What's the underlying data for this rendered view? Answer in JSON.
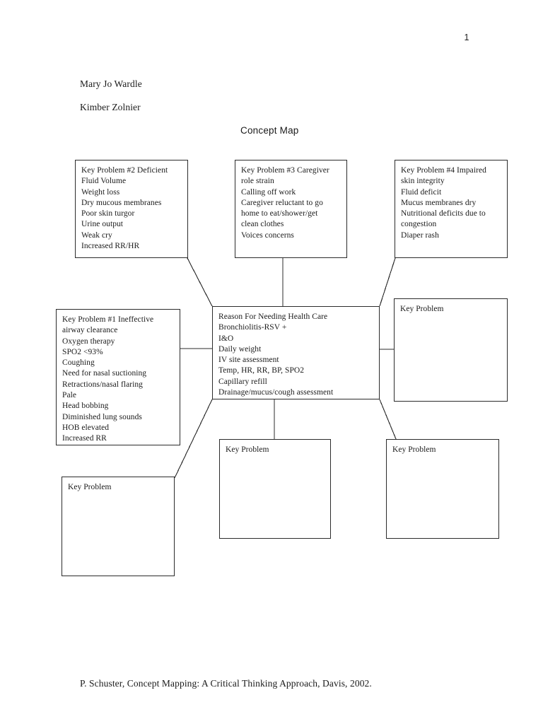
{
  "document": {
    "page_number": "1",
    "authors": [
      "Mary Jo Wardle",
      "Kimber Zolnier"
    ],
    "title": "Concept Map",
    "citation": "P. Schuster, Concept Mapping: A Critical Thinking Approach, Davis, 2002."
  },
  "colors": {
    "box_border": "#2b2b2b",
    "connector": "#2b2b2b",
    "text": "#1a1a1a",
    "background": "#ffffff"
  },
  "nodes": {
    "key_problem_2": {
      "lines": [
        "Key Problem #2 Deficient",
        "Fluid Volume",
        "Weight loss",
        "Dry mucous membranes",
        "Poor skin turgor",
        "Urine output",
        "Weak cry",
        "Increased RR/HR"
      ]
    },
    "key_problem_3": {
      "lines": [
        "Key Problem #3 Caregiver",
        "role strain",
        "Calling off work",
        "Caregiver reluctant to go",
        "home to eat/shower/get",
        "clean clothes",
        "Voices concerns"
      ]
    },
    "key_problem_4": {
      "lines": [
        "Key Problem #4 Impaired",
        "skin integrity",
        "Fluid deficit",
        "Mucus membranes dry",
        "Nutritional deficits due to",
        "congestion",
        "Diaper rash"
      ]
    },
    "key_problem_1": {
      "lines": [
        "Key Problem #1 Ineffective",
        "airway clearance",
        "Oxygen therapy",
        "SPO2 <93%",
        "Coughing",
        "Need for nasal suctioning",
        "Retractions/nasal flaring",
        "Pale",
        "Head bobbing",
        "Diminished lung sounds",
        "HOB elevated",
        "Increased RR"
      ]
    },
    "reason_for_care": {
      "lines": [
        "Reason For Needing Health Care",
        "Bronchiolitis-RSV +",
        "I&O",
        "Daily weight",
        "IV site assessment",
        "Temp, HR, RR, BP, SPO2",
        "Capillary refill",
        "Drainage/mucus/cough assessment"
      ]
    },
    "key_problem_right": {
      "lines": [
        "Key Problem"
      ]
    },
    "key_problem_bottom": {
      "lines": [
        "Key Problem"
      ]
    },
    "key_problem_bottom_right": {
      "lines": [
        "Key Problem"
      ]
    },
    "key_problem_bottom_left": {
      "lines": [
        "Key Problem"
      ]
    }
  },
  "connectors": [
    {
      "from": "key_problem_2",
      "to": "reason_for_care",
      "style": "diagonal"
    },
    {
      "from": "key_problem_3",
      "to": "reason_for_care",
      "style": "vertical"
    },
    {
      "from": "key_problem_4",
      "to": "reason_for_care",
      "style": "diagonal"
    },
    {
      "from": "key_problem_1",
      "to": "reason_for_care",
      "style": "horizontal"
    },
    {
      "from": "reason_for_care",
      "to": "key_problem_right",
      "style": "horizontal"
    },
    {
      "from": "reason_for_care",
      "to": "key_problem_bottom",
      "style": "vertical"
    },
    {
      "from": "reason_for_care",
      "to": "key_problem_bottom_right",
      "style": "diagonal"
    },
    {
      "from": "reason_for_care",
      "to": "key_problem_bottom_left",
      "style": "diagonal"
    }
  ]
}
